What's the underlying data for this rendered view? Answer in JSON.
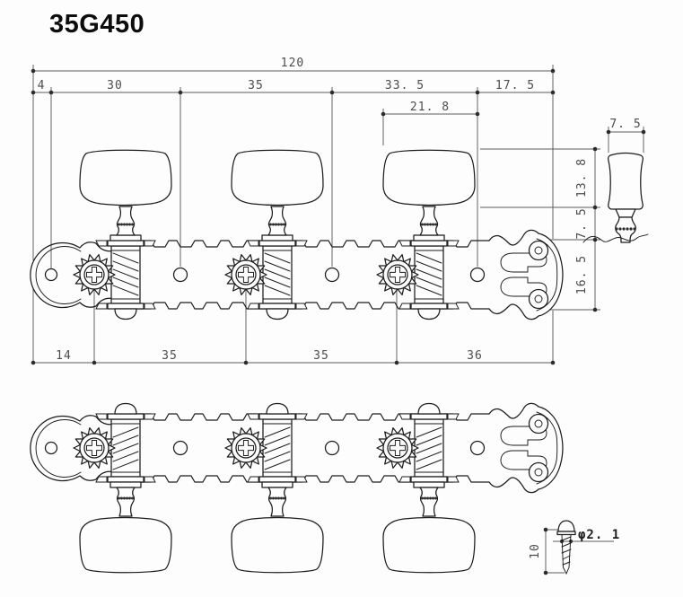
{
  "title": "35G450",
  "colors": {
    "ink": "#1c1c1c",
    "dimension_lines": "#5c5c5c",
    "dimension_text": "#4c4c4c",
    "background": "#fdfdfd"
  },
  "dims": {
    "overall_width": "120",
    "top_row": [
      "4",
      "30",
      "35",
      "33. 5",
      "17. 5"
    ],
    "knob_width": "21. 8",
    "knob_thickness": "7. 5",
    "right_column": [
      "13. 8",
      "7. 5",
      "16. 5"
    ],
    "bottom_row": [
      "14",
      "35",
      "35",
      "36"
    ],
    "screw_length": "10",
    "screw_diameter": "φ2. 1"
  }
}
